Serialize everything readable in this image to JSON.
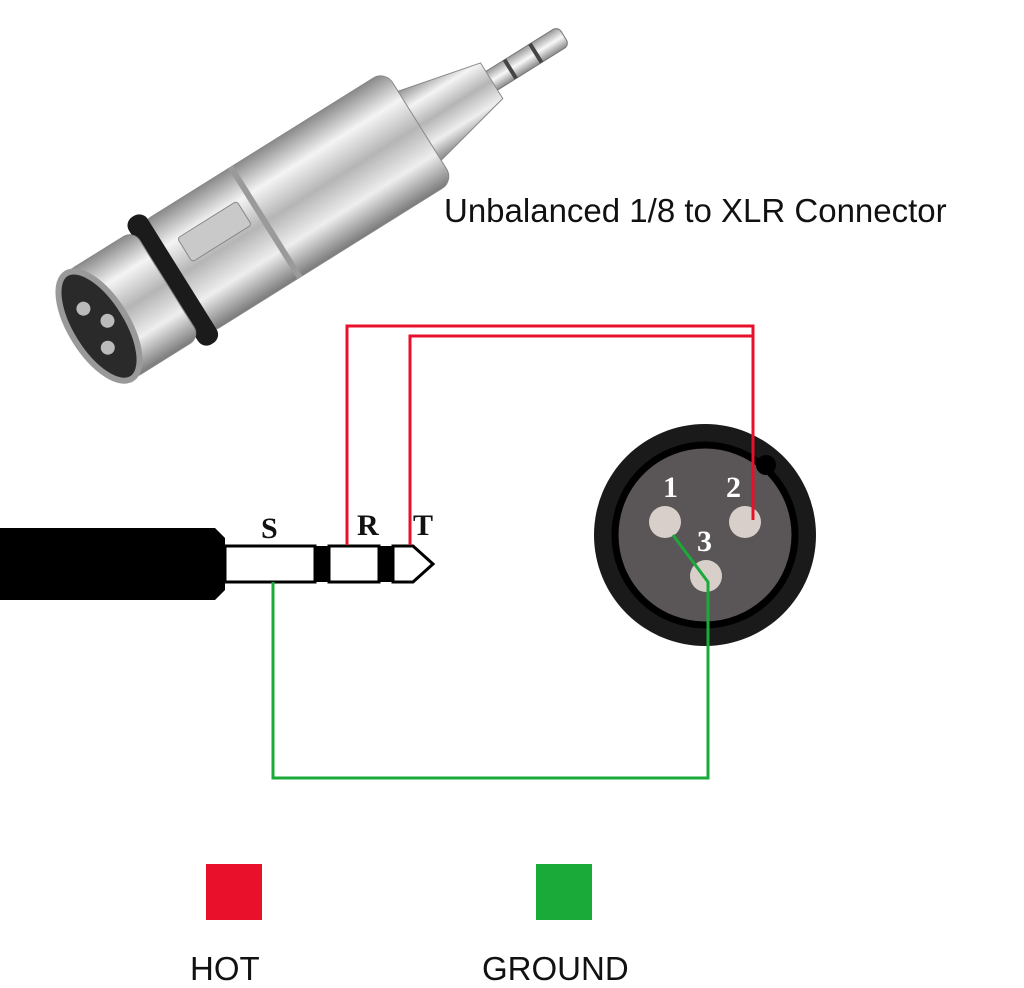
{
  "diagram": {
    "title": "Unbalanced 1/8 to XLR Connector",
    "trs_labels": {
      "sleeve": "S",
      "ring": "R",
      "tip": "T"
    },
    "xlr_pins": [
      "1",
      "2",
      "3"
    ],
    "colors": {
      "hot": "#e8102a",
      "ground": "#1aaa3a",
      "cable": "#000000",
      "xlr_outer": "#1a1a1a",
      "xlr_face": "#5a5556",
      "pin": "#d9cfca"
    }
  },
  "legend": [
    {
      "label": "HOT",
      "color": "#e8102a"
    },
    {
      "label": "GROUND",
      "color": "#1aaa3a"
    }
  ]
}
